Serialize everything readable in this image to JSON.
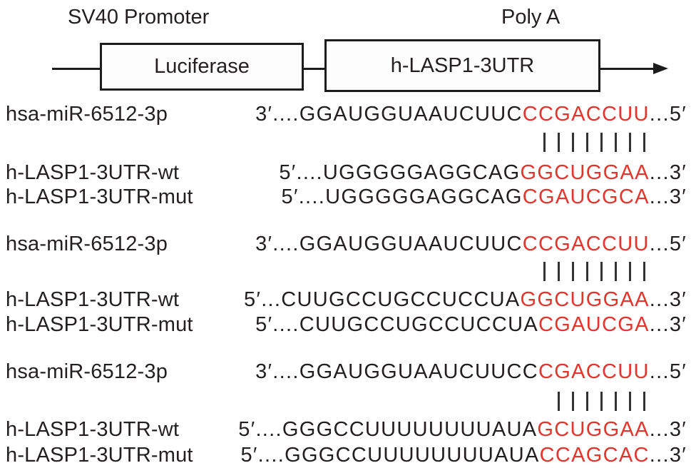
{
  "construct": {
    "promoter_label": "SV40 Promoter",
    "polya_label": "Poly A",
    "luciferase_label": "Luciferase",
    "utr_label": "h-LASP1-3UTR"
  },
  "colors": {
    "seed_red": "#e6332c",
    "ink": "#231f20"
  },
  "alignments": [
    {
      "mirna": {
        "label": "hsa-miR-6512-3p",
        "prefix": "3′....GGAUGGUAAUCUUC",
        "seed": "CCGACCUU",
        "suffix": "...5′"
      },
      "pair_marks": 8,
      "wt": {
        "label": "h-LASP1-3UTR-wt",
        "prefix": "5′....UGGGGGAGGCAG",
        "seed": "GGCUGGAA",
        "suffix": "...3′"
      },
      "mut": {
        "label": "h-LASP1-3UTR-mut",
        "prefix": "5′....UGGGGGAGGCAG",
        "seed": "CGAUCGCA",
        "suffix": "...3′"
      }
    },
    {
      "mirna": {
        "label": "hsa-miR-6512-3p",
        "prefix": "3′....GGAUGGUAAUCUUC",
        "seed": "CCGACCUU",
        "suffix": "...5′"
      },
      "pair_marks": 8,
      "wt": {
        "label": "h-LASP1-3UTR-wt",
        "prefix": "5′...CUUGCCUGCCUCCUA",
        "seed": "GGCUGGAA",
        "suffix": "...3′"
      },
      "mut": {
        "label": "h-LASP1-3UTR-mut",
        "prefix": "5′....CUUGCCUGCCUCCUA",
        "seed": "CGAUCGA",
        "suffix": "...3′"
      }
    },
    {
      "mirna": {
        "label": "hsa-miR-6512-3p",
        "prefix": "3′....GGAUGGUAAUCUUCC",
        "seed": "CGACCUU",
        "suffix": "...5′"
      },
      "pair_marks": 7,
      "wt": {
        "label": "h-LASP1-3UTR-wt",
        "prefix": "5′....GGGCCUUUUUUUUAUA",
        "seed": "GCUGGAA",
        "suffix": "...3′"
      },
      "mut": {
        "label": "h-LASP1-3UTR-mut",
        "prefix": "5′....GGGCCUUUUUUUUAUA",
        "seed": "CCAGCAC",
        "suffix": "...3′"
      }
    }
  ]
}
